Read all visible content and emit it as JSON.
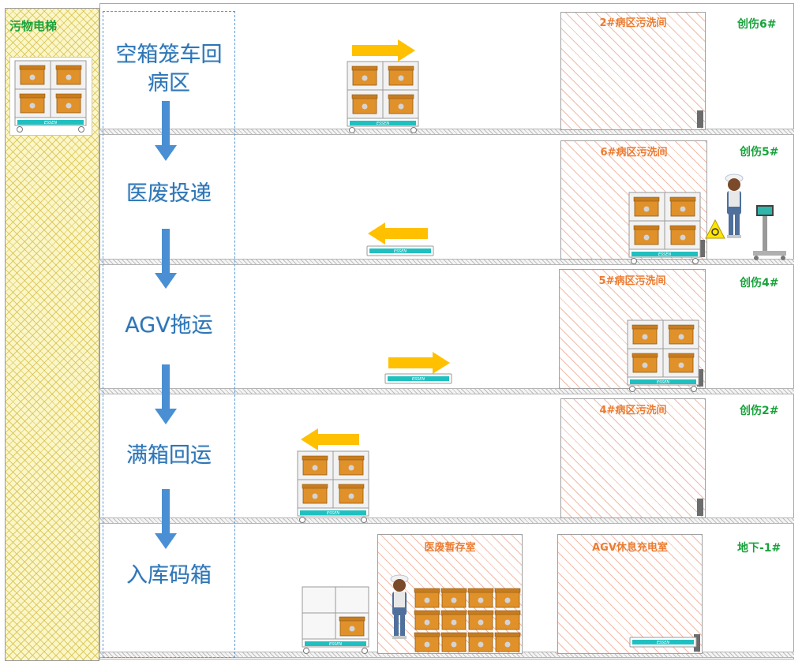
{
  "shaft": {
    "label": "污物电梯"
  },
  "steps": [
    {
      "label": "空箱笼车回\n病区"
    },
    {
      "label": "医废投递"
    },
    {
      "label": "AGV拖运"
    },
    {
      "label": "满箱回运"
    },
    {
      "label": "入库码箱"
    }
  ],
  "floors": [
    {
      "name": "创伤6#",
      "room": "2#病区污洗间"
    },
    {
      "name": "创伤5#",
      "room": "6#病区污洗间"
    },
    {
      "name": "创伤4#",
      "room": "5#病区污洗间"
    },
    {
      "name": "创伤2#",
      "room": "4#病区污洗间"
    },
    {
      "name": "地下-1#",
      "room_storage": "医废暂存室",
      "room_charge": "AGV休息充电室"
    }
  ],
  "brand": "ESSEN",
  "colors": {
    "step_text": "#2e75b6",
    "flow_arrow": "#4a8fd4",
    "agv_arrow": "#ffc000",
    "floor_label": "#19a33c",
    "room_label": "#ec7c30",
    "box": "#e0912a",
    "agv_stripe": "#20c0c0"
  },
  "icons": [
    "recycle-icon",
    "biohazard-icon",
    "down-arrow-icon",
    "right-arrow-icon",
    "left-arrow-icon"
  ]
}
